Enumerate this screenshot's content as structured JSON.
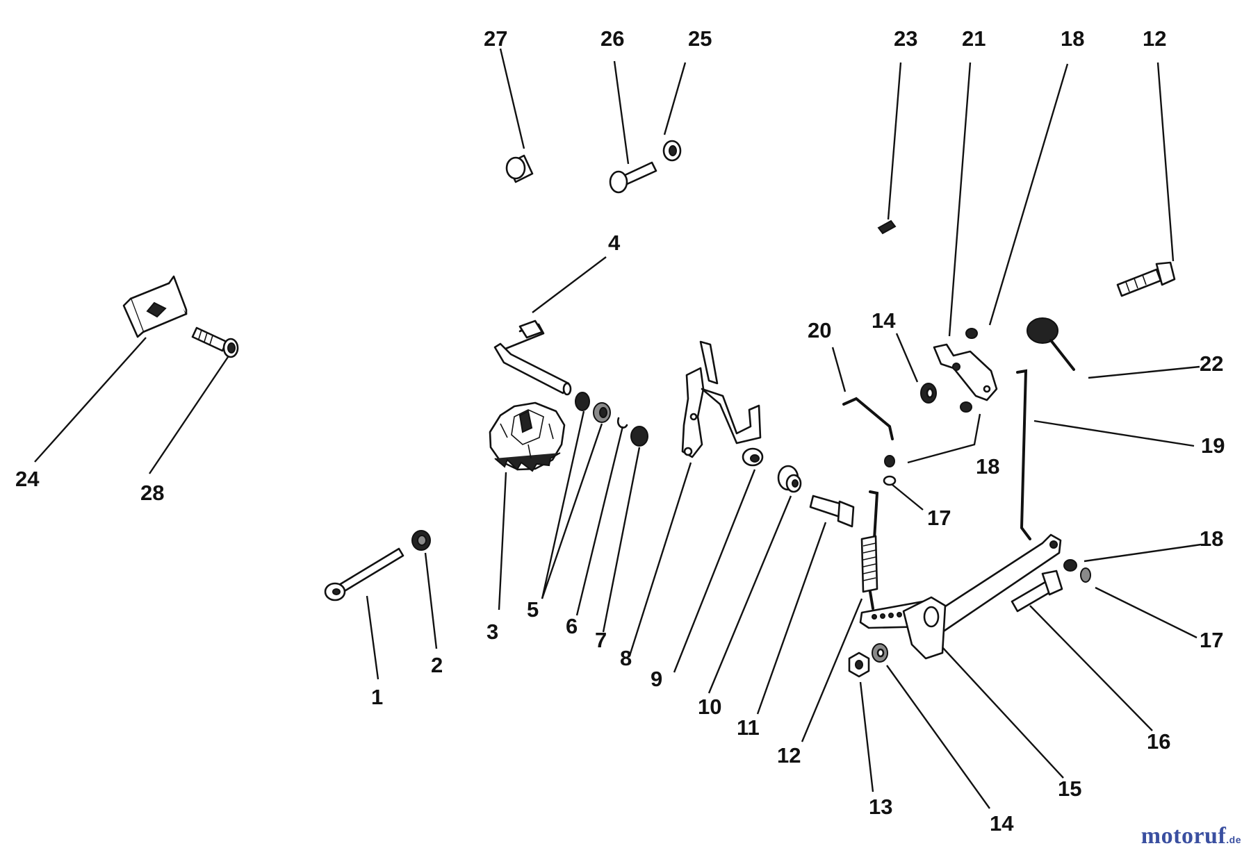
{
  "watermark": {
    "main": "motoruf",
    "tld": ".de"
  },
  "callouts": {
    "c1": "1",
    "c2": "2",
    "c3": "3",
    "c4": "4",
    "c5": "5",
    "c6": "6",
    "c7": "7",
    "c8": "8",
    "c9": "9",
    "c10": "10",
    "c11": "11",
    "c12a": "12",
    "c12b": "12",
    "c13": "13",
    "c14a": "14",
    "c14b": "14",
    "c15": "15",
    "c16": "16",
    "c17a": "17",
    "c17b": "17",
    "c18a": "18",
    "c18b": "18",
    "c18c": "18",
    "c19": "19",
    "c20": "20",
    "c21": "21",
    "c22": "22",
    "c23": "23",
    "c24": "24",
    "c25": "25",
    "c26": "26",
    "c27": "27",
    "c28": "28"
  },
  "colors": {
    "ink": "#111111",
    "watermark": "#3a4fa0",
    "background": "#ffffff"
  }
}
